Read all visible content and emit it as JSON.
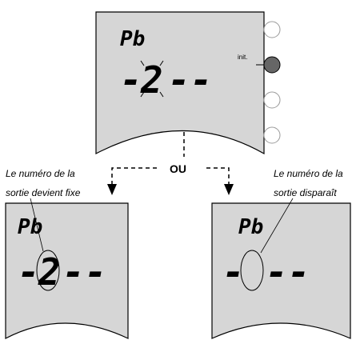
{
  "top_display": {
    "code_label": "Pb",
    "digit": "2",
    "dashes": "--",
    "init_label": "init.",
    "left_dash": "-"
  },
  "separator_label": "OU",
  "left_panel": {
    "caption_line1": "Le numéro de la",
    "caption_line2": "sortie devient fixe",
    "code_label": "Pb",
    "digit": "2",
    "left_dash": "-",
    "dashes": "--"
  },
  "right_panel": {
    "caption_line1": "Le numéro de la",
    "caption_line2": "sortie disparaît",
    "code_label": "Pb",
    "left_dash": "-",
    "dashes": "--"
  },
  "colors": {
    "lcd_bg": "#d6d6d6",
    "outline": "#000000",
    "button_active": "#666666",
    "button_inactive": "#ffffff",
    "button_stroke": "#9a9a9a"
  }
}
